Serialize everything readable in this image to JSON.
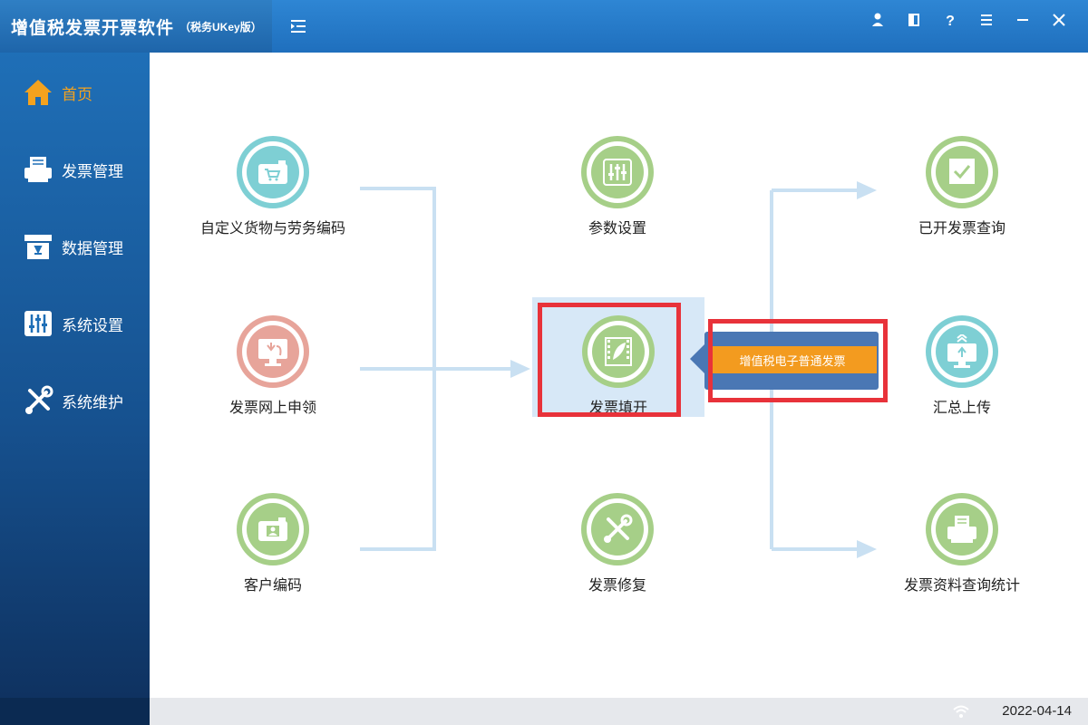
{
  "app": {
    "title": "增值税发票开票软件",
    "edition": "（税务UKey版）",
    "icons": [
      "menu-toggle-icon",
      "user-icon",
      "bookmark-icon",
      "help-icon",
      "menu-icon",
      "minimize-icon",
      "close-icon"
    ]
  },
  "sidebar": {
    "items": [
      {
        "label": "首页",
        "icon": "home-icon"
      },
      {
        "label": "发票管理",
        "icon": "printer-icon"
      },
      {
        "label": "数据管理",
        "icon": "data-icon"
      },
      {
        "label": "系统设置",
        "icon": "sliders-icon"
      },
      {
        "label": "系统维护",
        "icon": "tools-icon"
      }
    ],
    "active_index": 0,
    "active_color": "#f4a21e"
  },
  "flow": {
    "left": [
      {
        "label": "自定义货物与劳务编码",
        "icon": "wallet-cart-icon"
      },
      {
        "label": "发票网上申领",
        "icon": "monitor-download-icon"
      },
      {
        "label": "客户编码",
        "icon": "wallet-user-icon"
      }
    ],
    "center": [
      {
        "label": "参数设置",
        "icon": "sliders-icon"
      },
      {
        "label": "发票填开",
        "icon": "feather-icon"
      },
      {
        "label": "发票修复",
        "icon": "tools-icon"
      }
    ],
    "right": [
      {
        "label": "已开发票查询",
        "icon": "doc-check-search-icon"
      },
      {
        "label": "汇总上传",
        "icon": "monitor-upload-icon"
      },
      {
        "label": "发票资料查询统计",
        "icon": "printer-search-icon"
      }
    ],
    "popup_item": "增值税电子普通发票"
  },
  "status": {
    "date": "2022-04-14",
    "icon": "wifi-icon"
  },
  "colors": {
    "teal": "#7ecfd4",
    "green": "#a6cf88",
    "pink": "#e7a49a",
    "flow_line": "#c9e0f2",
    "highlight_red": "#e8323a",
    "popup_blue": "#4a77b4",
    "popup_orange": "#f39b1f"
  }
}
